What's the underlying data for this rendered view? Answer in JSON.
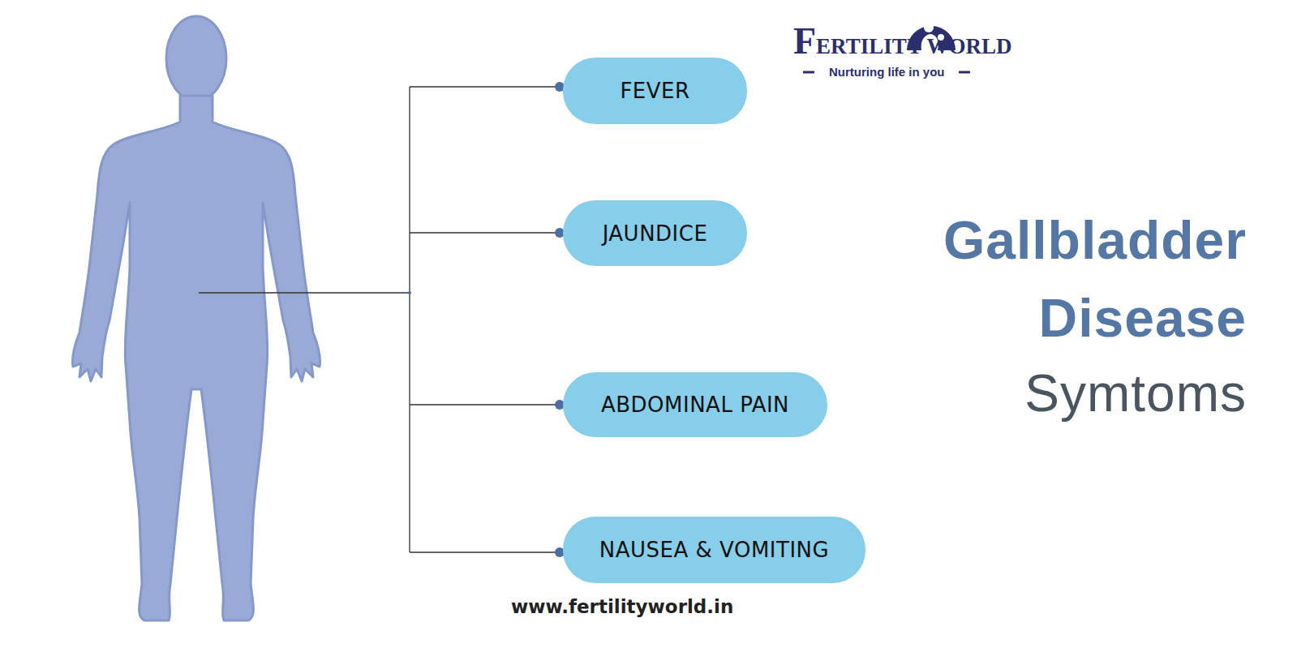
{
  "diagram": {
    "title": "Gallbladder Disease",
    "nodes": [
      {
        "text": [
          "FEVER"
        ]
      },
      {
        "text": [
          "JAUNDICE"
        ]
      },
      {
        "text": [
          "ABDOMINAL PAIN"
        ]
      },
      {
        "text": [
          "NAUSEA & VOMITING"
        ]
      }
    ],
    "labels": [
      "Symtoms",
      "FERTILITY WORLD",
      "Nurturing life in you",
      "www.fertilityworld.in"
    ]
  }
}
